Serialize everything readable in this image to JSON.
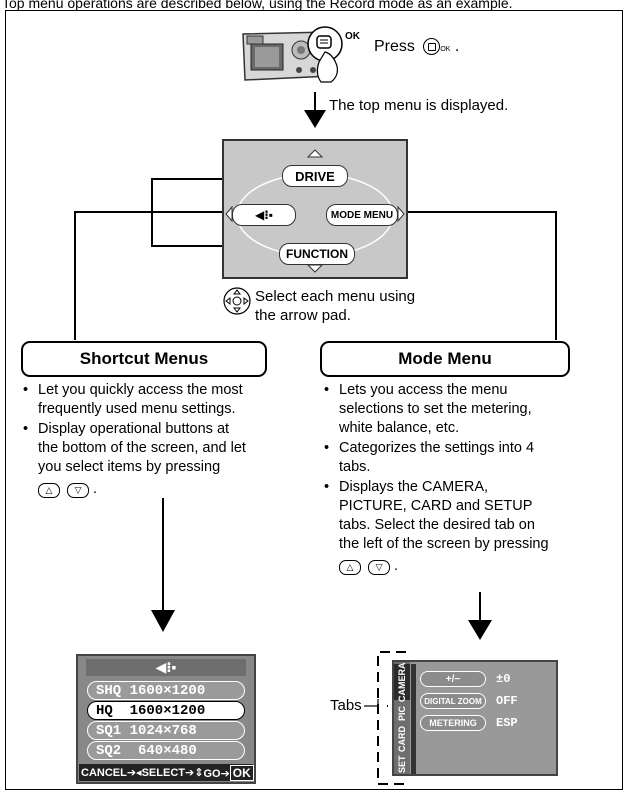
{
  "top_caption": "Top menu operations are described below, using the Record mode as an example.",
  "camera": {
    "press_text": "Press",
    "button_label": "OK",
    "displayed_text": "The top menu is displayed."
  },
  "top_menu_screen": {
    "drive": "DRIVE",
    "mode_menu": "MODE MENU",
    "function": "FUNCTION"
  },
  "arrow_pad": {
    "line1": "Select each menu using",
    "line2": "the arrow pad."
  },
  "shortcut": {
    "heading": "Shortcut Menus",
    "bullets": [
      [
        "Let you quickly access the most",
        "frequently used menu settings."
      ],
      [
        "Display operational buttons at",
        "the bottom of the screen, and let",
        "you select items by pressing"
      ]
    ],
    "screen": {
      "items": [
        "SHQ 1600×1200",
        "HQ  1600×1200",
        "SQ1 1024×768",
        "SQ2  640×480"
      ],
      "footer_cancel": "CANCEL",
      "footer_select": "SELECT",
      "footer_go": "GO",
      "footer_ok": "OK"
    }
  },
  "mode": {
    "heading": "Mode Menu",
    "bullets": [
      [
        "Lets you access the menu",
        "selections to set the metering,",
        "white balance, etc."
      ],
      [
        "Categorizes the settings into 4",
        "tabs."
      ],
      [
        "Displays the CAMERA,",
        "PICTURE, CARD and SETUP",
        "tabs. Select the desired tab on",
        "the left of the screen by pressing"
      ]
    ],
    "tabs_label": "Tabs",
    "screen": {
      "tabs": [
        "CAMERA",
        "PIC",
        "CARD",
        "SET"
      ],
      "rows": [
        {
          "label": "+/−",
          "value": "±0"
        },
        {
          "label": "DIGITAL ZOOM",
          "value": "OFF"
        },
        {
          "label": "METERING",
          "value": "ESP"
        }
      ]
    }
  }
}
